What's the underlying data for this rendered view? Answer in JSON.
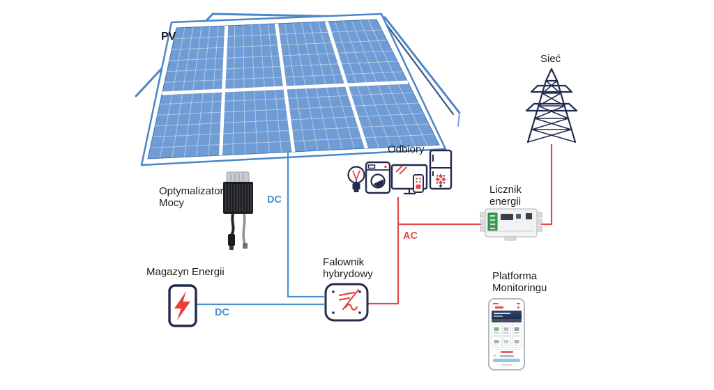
{
  "diagram": {
    "pv": {
      "label": "PV"
    },
    "grid": {
      "label": "Sieć"
    },
    "loads": {
      "label": "Odbiory"
    },
    "meter": {
      "label_line1": "Licznik",
      "label_line2": "energii"
    },
    "optimizer": {
      "label_line1": "Optymalizator",
      "label_line2": "Mocy"
    },
    "battery": {
      "label": "Magazyn Energii"
    },
    "inverter": {
      "label_line1": "Falownik",
      "label_line2": "hybrydowy"
    },
    "monitoring": {
      "label_line1": "Platforma",
      "label_line2": "Monitoringu"
    },
    "links": {
      "dc_pv_label": "DC",
      "dc_battery_label": "DC",
      "ac_label": "AC"
    },
    "colors": {
      "dc_line_blue": "#4a8fd0",
      "ac_line_red": "#e2494b",
      "panel_blue": "#6f9cd4",
      "roof_outline_blue": "#4a86c8",
      "icon_navy": "#222b4e",
      "accent_red": "#e8403d",
      "meter_terminal_green": "#3f9e4d",
      "text": "#1d1d1f"
    },
    "icon_names": [
      "solar-panels-icon",
      "house-outline",
      "window",
      "power-optimizer-icon",
      "battery-icon",
      "hybrid-inverter-icon",
      "light-bulb-icon",
      "washing-machine-icon",
      "tv-icon",
      "remote-icon",
      "fridge-icon",
      "energy-meter-icon",
      "transmission-tower-icon",
      "monitoring-phone-icon"
    ]
  }
}
